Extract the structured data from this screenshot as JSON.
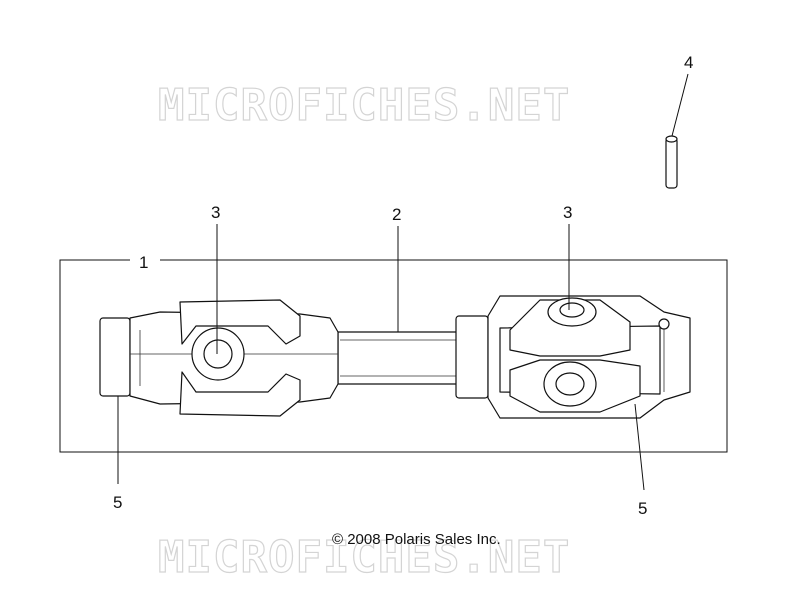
{
  "watermark": {
    "top": "MICROFICHES.NET",
    "bottom": "MICROFICHES.NET"
  },
  "callouts": {
    "c1": "1",
    "c2": "2",
    "c3_left": "3",
    "c3_right": "3",
    "c4": "4",
    "c5_left": "5",
    "c5_right": "5"
  },
  "copyright": "© 2008 Polaris Sales Inc."
}
